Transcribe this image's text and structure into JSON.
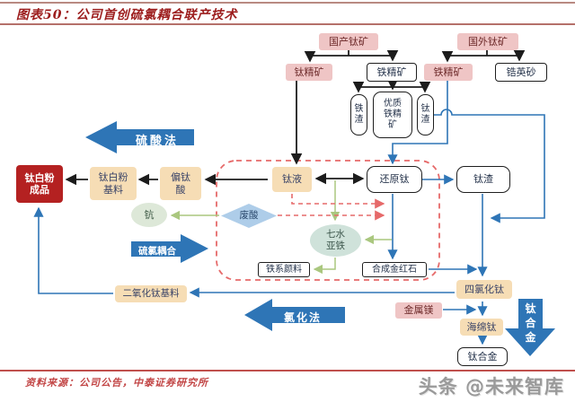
{
  "header": {
    "title": "图表50：公司首创硫氯耦合联产技术"
  },
  "footer": {
    "source": "资料来源：公司公告，中泰证券研究所",
    "watermark": "头条 @未来智库"
  },
  "colors": {
    "accent_blue": "#2e75b6",
    "box_pink": "#efc5c5",
    "box_tan": "#f6ddb5",
    "product_red": "#b42121",
    "dashed_red": "#e66a6a",
    "line_green": "#aac77f",
    "title_red": "#9c1c1c"
  },
  "diagram": {
    "nodes": {
      "domestic_ore": "国产钛矿",
      "foreign_ore": "国外钛矿",
      "ti_concentrate": "钛精矿",
      "fe_concentrate_domestic": "铁精矿",
      "fe_concentrate_foreign": "铁精矿",
      "zircon_sand": "锆英砂",
      "iron_slag": "铁\n渣",
      "quality_fe_concentrate": "优质\n铁精\n矿",
      "ti_slag_top": "钛\n渣",
      "ti_liquid": "钛液",
      "reduced_ti": "还原钛",
      "ti_slag_right": "钛渣",
      "tio2_finished": "钛白粉\n成品",
      "tio2_base_sulfate": "钛白粉\n基料",
      "metatitanic_acid": "偏钛\n酸",
      "scandium": "钪",
      "waste_acid": "废酸",
      "ferrous_heptahydrate": "七水\n亚铁",
      "iron_pigment": "铁系颜料",
      "synthetic_rutile": "合成金红石",
      "tio2_base_chloride": "二氧化钛基料",
      "ticl4": "四氯化钛",
      "magnesium": "金属镁",
      "sponge_ti": "海绵钛",
      "ti_alloy": "钛合金"
    },
    "process_arrows": {
      "sulfate": "硫酸法",
      "coupling": "硫氯耦合",
      "chloride": "氯化法",
      "alloy": "钛\n合\n金"
    }
  }
}
